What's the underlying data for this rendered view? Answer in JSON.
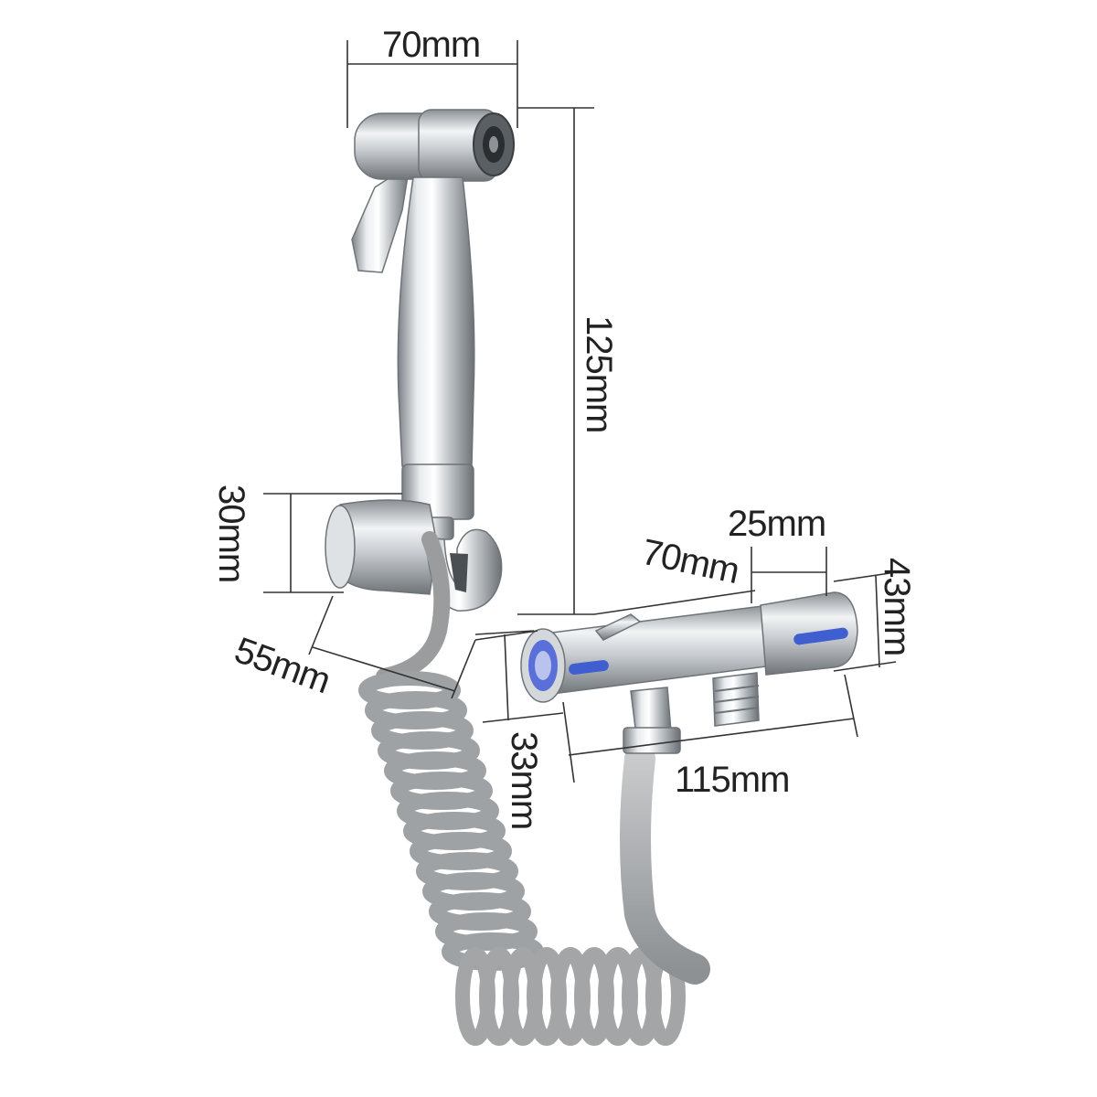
{
  "diagram": {
    "dimensions": {
      "sprayer_width": "70mm",
      "sprayer_height": "125mm",
      "holder_height": "30mm",
      "holder_depth": "55mm",
      "valve_length": "70mm",
      "handle_width": "25mm",
      "valve_height": "43mm",
      "inlet_size": "33mm",
      "valve_total_length": "115mm"
    },
    "colors": {
      "background": "#ffffff",
      "chrome": "#c9cdd1",
      "hose": "#a7a9ab",
      "indicator_blue": "#3f5fd0",
      "dimension_line": "#333333"
    }
  }
}
